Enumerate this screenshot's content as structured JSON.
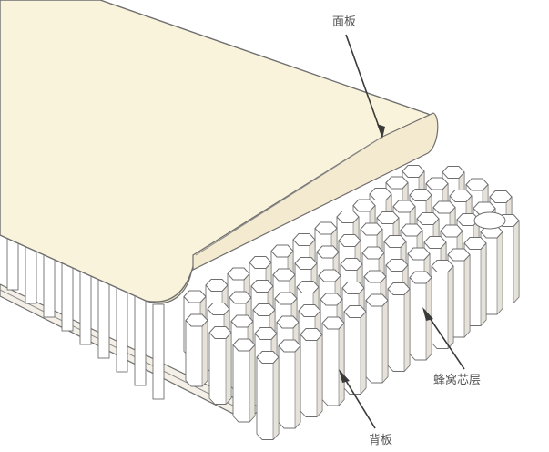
{
  "diagram": {
    "labels": {
      "face_sheet": "面板",
      "honeycomb_core": "蜂窝芯层",
      "back_sheet": "背板"
    },
    "colors": {
      "face_sheet": "#faf3dc",
      "face_sheet_shadow": "#efe6c4",
      "cell_wall": "#ffffff",
      "cell_shade": "#e6e2da",
      "back_sheet": "#f4f0e8",
      "outline": "#6f6f6f",
      "leader": "#3a3a3a",
      "label": "#555555"
    }
  }
}
